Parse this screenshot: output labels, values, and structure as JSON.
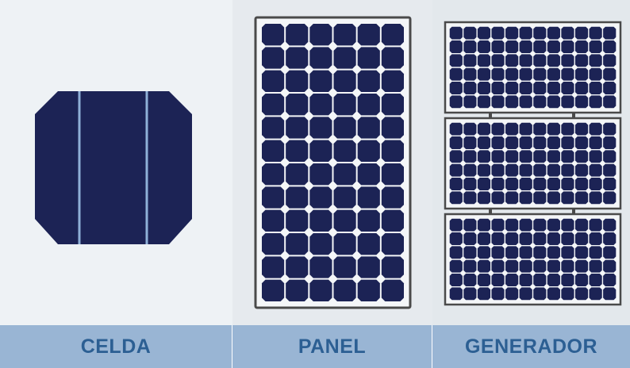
{
  "labels": {
    "cell": "CELDA",
    "panel": "PANEL",
    "generator": "GENERADOR"
  },
  "colors": {
    "cell_fill": "#1c2355",
    "busbar": "#8fb0d8",
    "frame": "#4a4a4a",
    "label_bg": "#99b5d4",
    "label_text": "#2c5f93"
  },
  "panel_grid": {
    "columns": 6,
    "rows": 12
  },
  "generator_grid": {
    "modules": 3,
    "columns": 12,
    "rows": 6
  }
}
